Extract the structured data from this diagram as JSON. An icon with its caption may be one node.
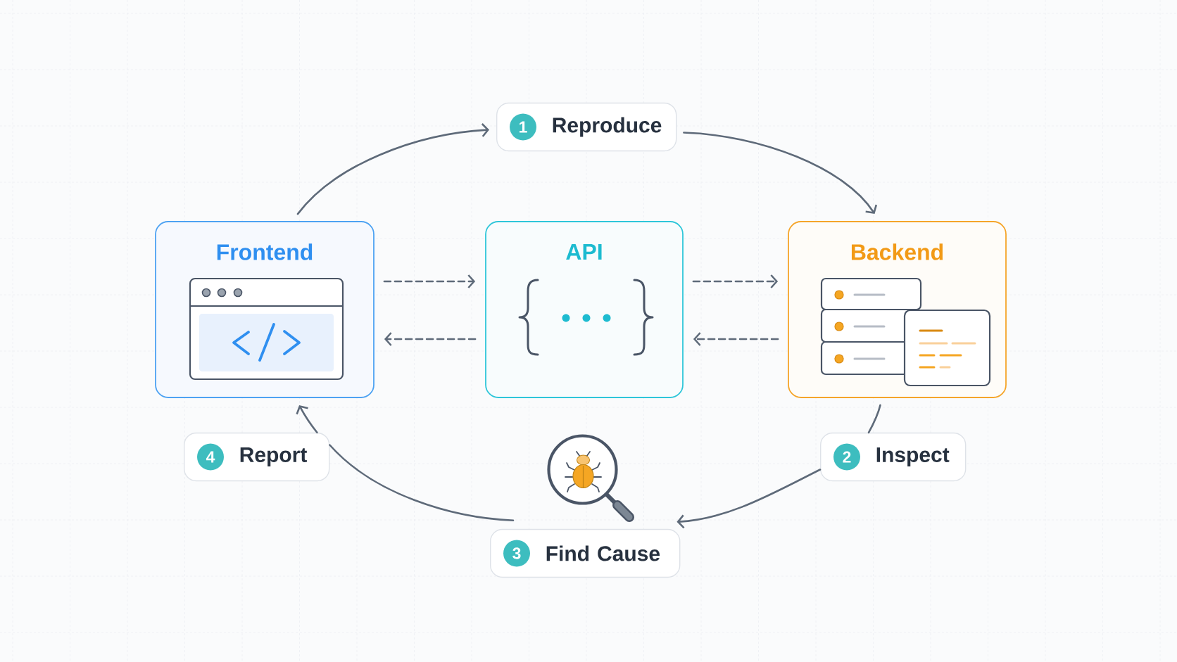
{
  "diagram": {
    "nodes": [
      {
        "text": [
          "1",
          "Reproduce"
        ]
      },
      {
        "text": [
          "Frontend"
        ]
      },
      {
        "text": [
          "API"
        ]
      },
      {
        "text": [
          "Backend"
        ]
      },
      {
        "text": [
          "4",
          "Report"
        ]
      },
      {
        "text": [
          "2",
          "Inspect"
        ]
      },
      {
        "text": [
          "3",
          "Find Cause"
        ]
      }
    ],
    "edges": [
      {
        "from": 1,
        "to": 0,
        "arrow": "to"
      },
      {
        "from": 0,
        "to": 3,
        "arrow": "to"
      },
      {
        "from": 3,
        "to": 5,
        "arrow": "none"
      },
      {
        "from": 5,
        "to": 6,
        "arrow": "to"
      },
      {
        "from": 6,
        "to": 4,
        "arrow": "none"
      },
      {
        "from": 4,
        "to": 1,
        "arrow": "to"
      },
      {
        "from": 1,
        "to": 2,
        "arrow": "to",
        "style": "dashed"
      },
      {
        "from": 2,
        "to": 1,
        "arrow": "to",
        "style": "dashed"
      },
      {
        "from": 2,
        "to": 3,
        "arrow": "to",
        "style": "dashed"
      },
      {
        "from": 3,
        "to": 2,
        "arrow": "to",
        "style": "dashed"
      }
    ]
  }
}
